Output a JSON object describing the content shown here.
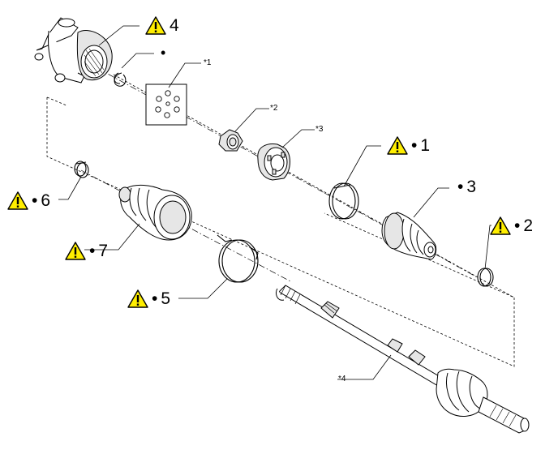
{
  "callouts": {
    "c4": {
      "bullet": "",
      "num": "4"
    },
    "c1": {
      "bullet": "•",
      "num": "1"
    },
    "c3": {
      "bullet": "•",
      "num": "3"
    },
    "c2": {
      "bullet": "•",
      "num": "2"
    },
    "c6": {
      "bullet": "•",
      "num": "6"
    },
    "c7": {
      "bullet": "•",
      "num": "7"
    },
    "c5": {
      "bullet": "•",
      "num": "5"
    }
  },
  "snap_ring_bullet": "•",
  "refs": {
    "r1": "*1",
    "r2": "*2",
    "r3": "*3",
    "r4": "*4"
  },
  "colors": {
    "line": "#000000",
    "warning_fill": "#ffee00",
    "part_fill": "#ffffff",
    "shade": "#e6e6e6"
  },
  "icons": {
    "warning": "warning-triangle-icon"
  }
}
